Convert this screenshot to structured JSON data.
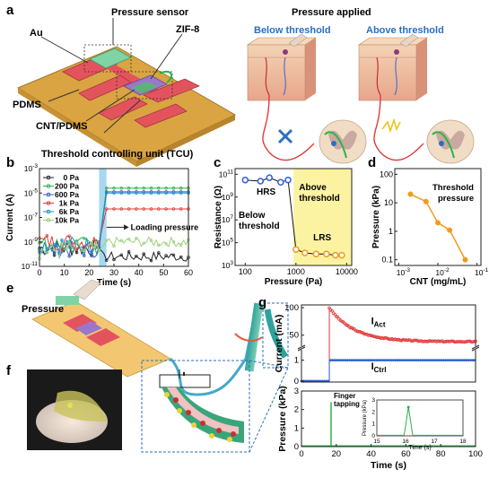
{
  "panels": {
    "a": {
      "letter": "a",
      "device_labels": {
        "sensor": "Pressure sensor",
        "au": "Au",
        "zif": "ZIF-8",
        "pdms": "PDMS",
        "cnt": "CNT/PDMS",
        "tcu": "Threshold controlling unit (TCU)"
      },
      "pressure_title": "Pressure applied",
      "below": "Below threshold",
      "above": "Above threshold"
    },
    "b": {
      "letter": "b"
    },
    "c": {
      "letter": "c"
    },
    "d": {
      "letter": "d"
    },
    "e": {
      "letter": "e",
      "pressure_label": "Pressure"
    },
    "f": {
      "letter": "f"
    },
    "g": {
      "letter": "g"
    }
  },
  "colors": {
    "substrate": "#d9a441",
    "electrode": "#e3535e",
    "sensor": "#7fd3a5",
    "zif": "#9b77c9",
    "blue_accent": "#2a6fc2",
    "orange": "#f19a1f",
    "red_line": "#e23a3a",
    "blue_line": "#2f5fd6",
    "green_line": "#2db24a",
    "yellow_region": "#fbf3a2",
    "cyan_band": "#a8d8f0"
  },
  "chart_data": [
    {
      "id": "b",
      "type": "line",
      "xlabel": "Time (s)",
      "ylabel": "Current (A)",
      "xlim": [
        0,
        60
      ],
      "ylim_log10": [
        -11,
        -3
      ],
      "xticks": [
        0,
        10,
        20,
        30,
        40,
        50,
        60
      ],
      "yticks_labels": [
        "10^-11",
        "10^-9",
        "10^-7",
        "10^-5",
        "10^-3"
      ],
      "annotation": "Loading pressure",
      "shaded_x": [
        24,
        27
      ],
      "series": [
        {
          "name": "0 Pa",
          "color": "#222222",
          "before_log": -9.5,
          "after_log": -10.2
        },
        {
          "name": "200 Pa",
          "color": "#2db24a",
          "before_log": -9.3,
          "after_log": -4.6
        },
        {
          "name": "600 Pa",
          "color": "#2f5fd6",
          "before_log": -9.6,
          "after_log": -4.9
        },
        {
          "name": "1k Pa",
          "color": "#e23a3a",
          "before_log": -9.0,
          "after_log": -6.3
        },
        {
          "name": "6k Pa",
          "color": "#1e90c8",
          "before_log": -9.2,
          "after_log": -5.0
        },
        {
          "name": "10k Pa",
          "color": "#9bd17c",
          "before_log": -9.7,
          "after_log": -9.0
        }
      ]
    },
    {
      "id": "c",
      "type": "scatter",
      "xlabel": "Pressure (Pa)",
      "ylabel": "Resistance (Ω)",
      "x_log": true,
      "y_log": true,
      "xticks_labels": [
        "100",
        "1000",
        "10000"
      ],
      "yticks_labels": [
        "10^3",
        "10^5",
        "10^7",
        "10^9",
        "10^11"
      ],
      "xlim_log10": [
        1.8,
        4.1
      ],
      "ylim_log10": [
        3,
        11.5
      ],
      "hrs": {
        "x": [
          100,
          200,
          300,
          500,
          700
        ],
        "y_log10": [
          10.5,
          10.4,
          10.7,
          10.3,
          10.5
        ]
      },
      "lrs": {
        "x": [
          1000,
          1500,
          2500,
          4000,
          6000,
          8000
        ],
        "y_log10": [
          4.4,
          4.1,
          4.0,
          4.0,
          3.9,
          3.9
        ]
      },
      "labels": {
        "hrs": "HRS",
        "lrs": "LRS",
        "below": "Below threshold",
        "above": "Above threshold"
      },
      "threshold_x": 900
    },
    {
      "id": "d",
      "type": "line",
      "xlabel": "CNT (mg/mL)",
      "ylabel": "Pressure (kPa)",
      "x_log": true,
      "y_log": true,
      "xticks_labels": [
        "10^-3",
        "10^-2",
        "10^-1"
      ],
      "yticks_labels": [
        "0.1",
        "1",
        "10",
        "100"
      ],
      "x": [
        0.002,
        0.005,
        0.01,
        0.02,
        0.05
      ],
      "y": [
        20,
        11,
        2,
        1.1,
        0.1
      ],
      "annotation": "Threshold pressure"
    },
    {
      "id": "g_top",
      "type": "line",
      "ylabel": "Current (mA)",
      "xlim": [
        0,
        100
      ],
      "upper_yticks": [
        50,
        100
      ],
      "lower_yticks": [
        0,
        1
      ],
      "series": [
        {
          "name": "I_Act",
          "color": "#e23a3a",
          "label_main": "I",
          "label_sub": "Act"
        },
        {
          "name": "I_Ctrl",
          "color": "#2f5fd6",
          "label_main": "I",
          "label_sub": "Ctrl"
        }
      ],
      "act_values": {
        "t": [
          16,
          18,
          25,
          35,
          50,
          70,
          100
        ],
        "v": [
          100,
          95,
          75,
          60,
          50,
          44,
          40
        ]
      },
      "ctrl_value": 1
    },
    {
      "id": "g_bottom",
      "type": "line",
      "xlabel": "Time (s)",
      "ylabel": "Pressure (kPa)",
      "xlim": [
        0,
        100
      ],
      "ylim": [
        0,
        3
      ],
      "xticks": [
        0,
        20,
        40,
        60,
        80,
        100
      ],
      "yticks": [
        0,
        1,
        2,
        3
      ],
      "spike_t": 17,
      "spike_v": 2.4,
      "annotation": "Finger tapping",
      "inset": {
        "xlabel": "Time (s)",
        "ylabel": "Pressure (kPa)",
        "xticks": [
          15,
          16,
          17,
          18
        ],
        "yticks": [
          0,
          1,
          2,
          3
        ],
        "spike_t": 16.1,
        "spike_v": 2.4
      }
    }
  ]
}
